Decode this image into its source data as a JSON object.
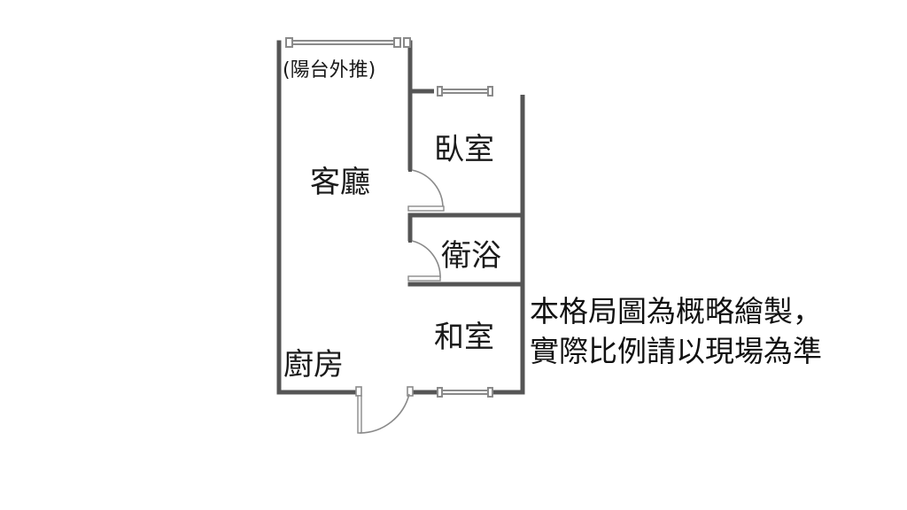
{
  "floorplan": {
    "rooms": {
      "living": "客廳",
      "bedroom": "臥室",
      "bathroom": "衛浴",
      "washitsu": "和室",
      "kitchen": "廚房"
    },
    "balcony_note": "(陽台外推)"
  },
  "disclaimer": {
    "line1": "本格局圖為概略繪製，",
    "line2": "實際比例請以現場為準"
  },
  "colors": {
    "wall": "#555555",
    "window": "#8a8a8a",
    "text": "#1a1a1a"
  }
}
